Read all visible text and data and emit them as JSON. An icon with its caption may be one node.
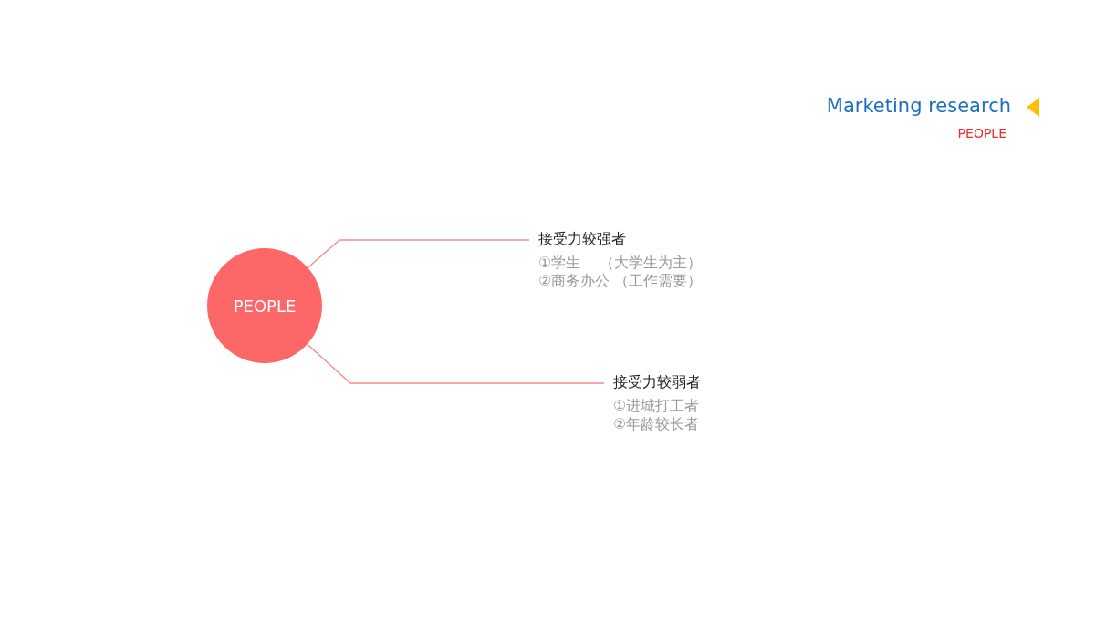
{
  "diagram": {
    "title": "Marketing research",
    "nodes": [
      {
        "text": [
          "PEOPLE"
        ]
      },
      {
        "text": [
          "接受力较强者",
          "①学生　 （大学生为主）",
          "②商务办公 （工作需要）"
        ]
      },
      {
        "text": [
          "接受力较弱者",
          "①进城打工者",
          "②年龄较长者"
        ]
      }
    ],
    "edges": [
      {
        "from": 0,
        "to": 1,
        "arrow": "none"
      },
      {
        "from": 0,
        "to": 2,
        "arrow": "none"
      }
    ],
    "labels": [
      "PEOPLE"
    ]
  }
}
